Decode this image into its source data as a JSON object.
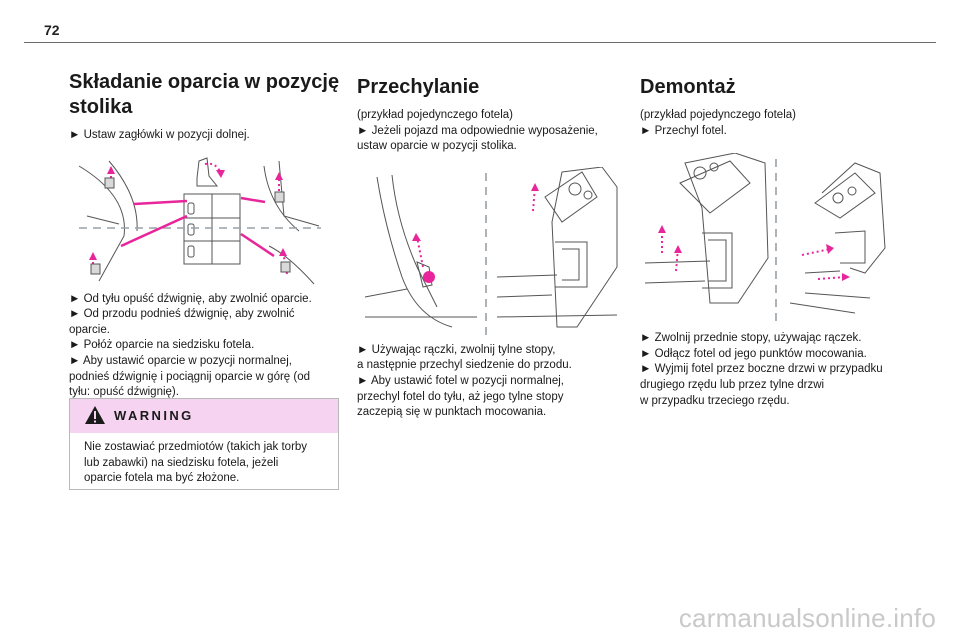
{
  "page": {
    "number": "72"
  },
  "columns": {
    "folding": {
      "title_line1": "Składanie oparcia w pozycję",
      "title_line2": "stolika",
      "intro": "► Ustaw zagłówki w pozycji dolnej.",
      "steps": [
        "► Od tyłu opuść dźwignię, aby zwolnić oparcie.",
        "► Od przodu podnieś dźwignię, aby zwolnić",
        "oparcie.",
        "► Połóż oparcie na siedzisku fotela.",
        "► Aby ustawić oparcie w pozycji normalnej,",
        "podnieś dźwignię i pociągnij oparcie w górę (od",
        "tyłu: opuść dźwignię)."
      ],
      "warning": {
        "title": "WARNING",
        "lines": [
          "Nie zostawiać przedmiotów (takich jak torby",
          "lub zabawki) na siedzisku fotela, jeżeli",
          "oparcie fotela ma być złożone."
        ]
      }
    },
    "tilting": {
      "title": "Przechylanie",
      "intro": [
        "(przykład pojedynczego fotela)",
        "► Jeżeli pojazd ma odpowiednie wyposażenie,",
        "ustaw oparcie w pozycji stolika."
      ],
      "steps": [
        "► Używając rączki, zwolnij tylne stopy,",
        "a następnie przechyl siedzenie do przodu.",
        "► Aby ustawić fotel w pozycji normalnej,",
        "przechyl fotel do tyłu, aż jego tylne stopy",
        "zaczepią się w punktach mocowania."
      ]
    },
    "removal": {
      "title": "Demontaż",
      "intro": [
        "(przykład pojedynczego fotela)",
        "► Przechyl fotel."
      ],
      "steps": [
        "► Zwolnij przednie stopy, używając rączek.",
        "► Odłącz fotel od jego punktów mocowania.",
        "► Wyjmij fotel przez boczne drzwi w przypadku",
        "drugiego rzędu lub przez tylne drzwi",
        "w przypadku trzeciego rzędu."
      ]
    }
  },
  "watermark": "carmanualsonline.info",
  "colors": {
    "accent_magenta": "#e8259b",
    "warning_bg": "#f6d3f0",
    "rule": "#6b6b6b"
  },
  "icons": {
    "warning": "warning-triangle-icon"
  }
}
